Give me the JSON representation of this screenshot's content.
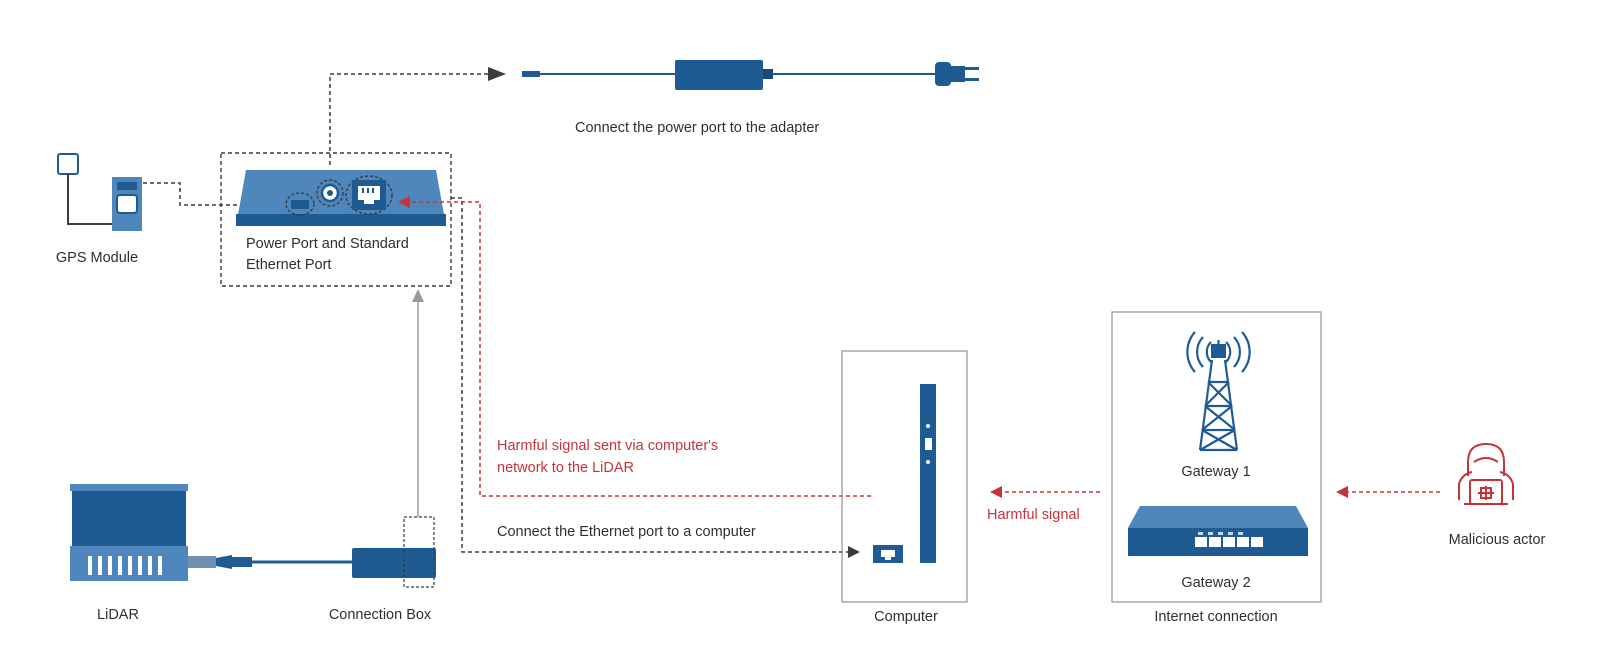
{
  "labels": {
    "power_adapter": "Connect the power port to the adapter",
    "gps_module": "GPS Module",
    "power_ethernet_line1": "Power Port and Standard",
    "power_ethernet_line2": "Ethernet Port",
    "harmful_via_computer_line1": "Harmful signal sent via computer's",
    "harmful_via_computer_line2": "network to the LiDAR",
    "connect_ethernet": "Connect the Ethernet port to a computer",
    "harmful_signal": "Harmful signal",
    "lidar": "LiDAR",
    "connection_box": "Connection Box",
    "computer": "Computer",
    "internet_connection": "Internet connection",
    "gateway1": "Gateway 1",
    "gateway2": "Gateway 2",
    "malicious_actor": "Malicious actor"
  },
  "colors": {
    "device_blue": "#1e5b92",
    "device_dark": "#154a7a",
    "device_light": "#4f86bb",
    "harmful_red": "#c8323b",
    "dashed_line": "#3c3c3c",
    "box_border": "#9a9a9a"
  },
  "icons": [
    "gps-module-icon",
    "ethernet-port-icon",
    "power-port-icon",
    "usb-port-icon",
    "power-adapter-icon",
    "power-plug-icon",
    "lidar-icon",
    "connection-box-icon",
    "computer-icon",
    "cell-tower-icon",
    "router-icon",
    "hacker-icon"
  ]
}
